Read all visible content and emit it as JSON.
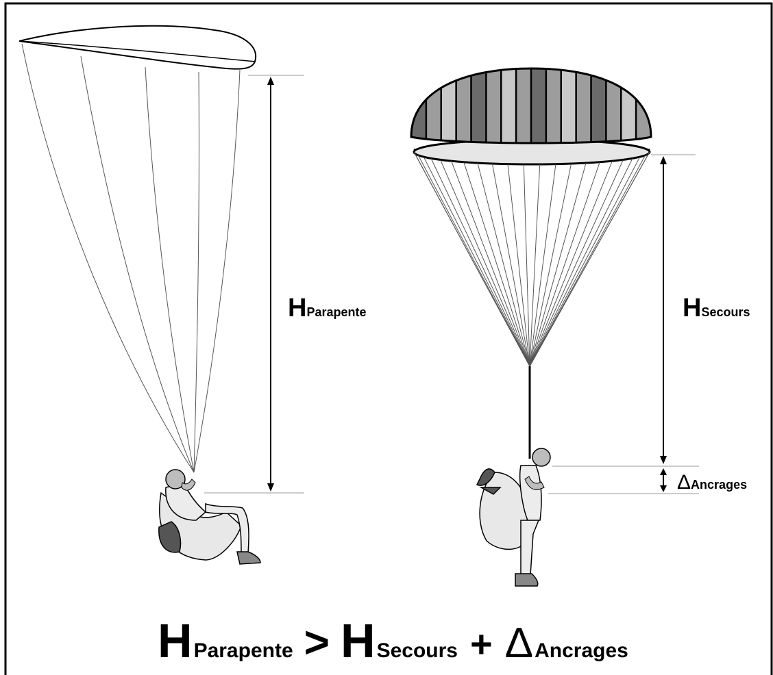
{
  "colors": {
    "line": "#000000",
    "guide": "#999999",
    "canopy_dark": "#6b6b6b",
    "canopy_mid": "#9d9d9d",
    "canopy_light": "#c8c8c8",
    "canopy_inner": "#e6e6e6",
    "harness": "#e8e8e8",
    "skin": "#bdbdbd"
  },
  "labels": {
    "h_parapente": {
      "main": "H",
      "sub": "Parapente"
    },
    "h_secours": {
      "main": "H",
      "sub": "Secours"
    },
    "delta_ancrages": {
      "main": "Δ",
      "sub": "Ancrages"
    }
  },
  "formula": {
    "lhs": {
      "main": "H",
      "sub": "Parapente"
    },
    "gt": ">",
    "rhs1": {
      "main": "H",
      "sub": "Secours"
    },
    "plus": "+",
    "rhs2": {
      "main": "Δ",
      "sub": "Ancrages"
    }
  }
}
